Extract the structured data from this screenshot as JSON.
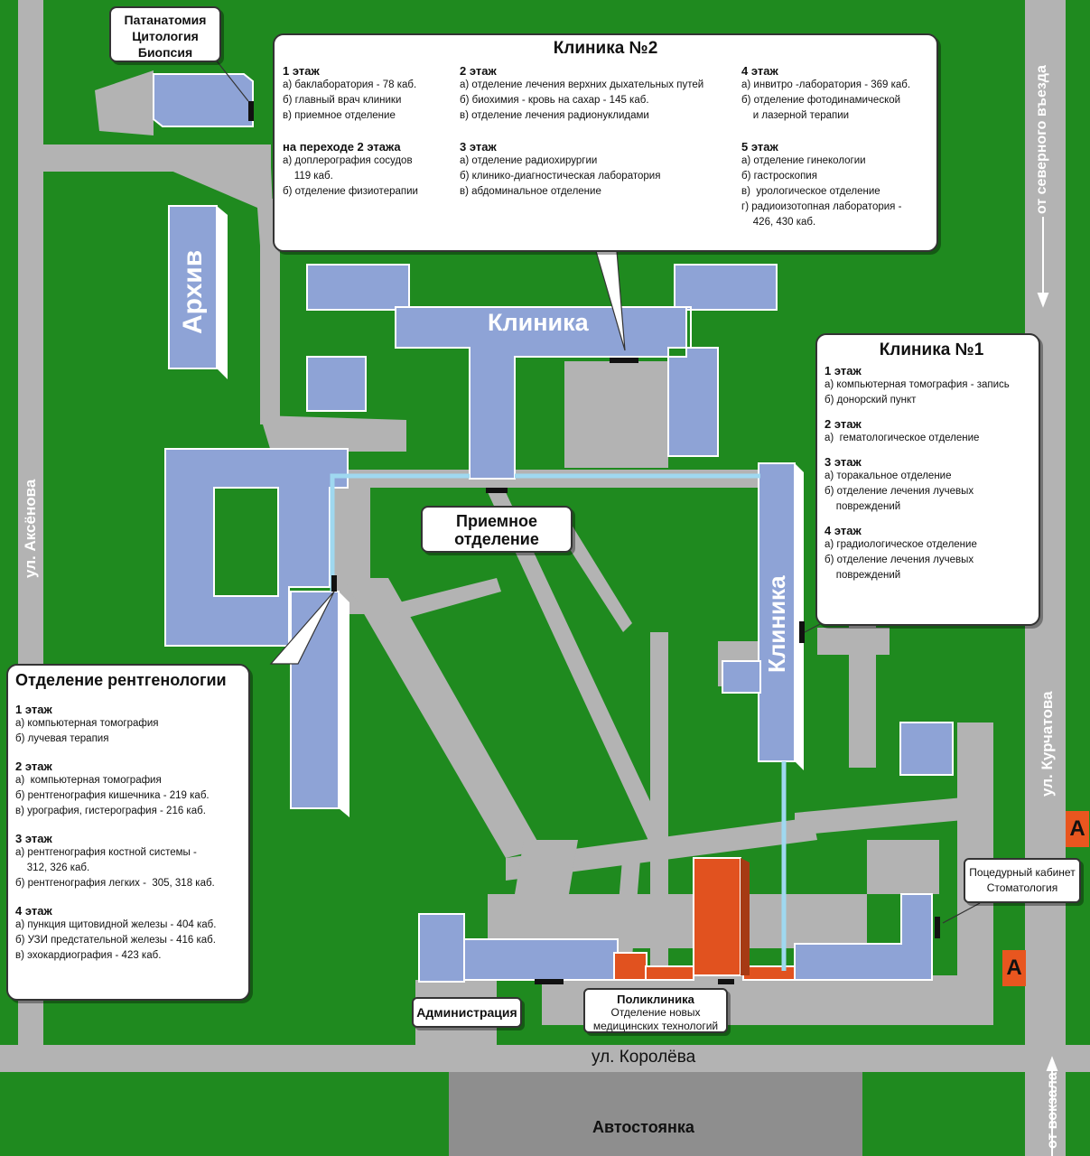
{
  "streets": {
    "aksenova": "ул. Аксёнова",
    "kurchatova": "ул. Курчатова",
    "koroleva": "ул. Королёва",
    "from_north": "от северного въезда",
    "from_station": "от вокзала"
  },
  "parking": "Автостоянка",
  "buildings": {
    "archive": "Архив",
    "clinic_top": "Клиника",
    "clinic_right": "Клиника"
  },
  "pathology": {
    "lines": [
      "Патанатомия",
      "Цитология",
      "Биопсия"
    ]
  },
  "reception": {
    "lines": [
      "Приемное",
      "отделение"
    ]
  },
  "administration": "Администрация",
  "polyclinic": {
    "title": "Поликлиника",
    "line2": "Отделение новых",
    "line3": "медицинских технологий"
  },
  "procedure": {
    "line1": "Поцедурный кабинет",
    "line2": "Стоматология"
  },
  "markers": [
    "A",
    "A"
  ],
  "clinic2": {
    "title": "Клиника №2",
    "col1": {
      "f1": "1 этаж",
      "f1_items": [
        "а) баклаборатория - 78 каб.",
        "б) главный врач клиники",
        "в) приемное отделение"
      ],
      "f2": "на переходе 2 этажа",
      "f2_items": [
        "а) доплерография сосудов",
        "    119 каб.",
        "б) отделение физиотерапии"
      ]
    },
    "col2": {
      "f1": "2 этаж",
      "f1_items": [
        "а) отделение лечения верхних дыхательных путей",
        "б) биохимия - кровь на сахар - 145 каб.",
        "в) отделение лечения радионуклидами"
      ],
      "f2": "3 этаж",
      "f2_items": [
        "а) отделение радиохирургии",
        "б) клинико-диагностическая лаборатория",
        "в) абдоминальное отделение"
      ]
    },
    "col3": {
      "f1": "4 этаж",
      "f1_items": [
        "а) инвитро -лаборатория - 369 каб.",
        "б) отделение фотодинамической",
        "    и лазерной терапии"
      ],
      "f2": "5 этаж",
      "f2_items": [
        "а) отделение гинекологии",
        "б) гастроскопия",
        "в)  урологическое отделение",
        "г) радиоизотопная лаборатория -",
        "    426, 430 каб."
      ]
    }
  },
  "clinic1": {
    "title": "Клиника №1",
    "floors": [
      {
        "name": "1 этаж",
        "items": [
          "а) компьютерная томография - запись",
          "б) донорский пункт"
        ]
      },
      {
        "name": "2 этаж",
        "items": [
          "а)  гематологическое отделение"
        ]
      },
      {
        "name": "3 этаж",
        "items": [
          "а) торакальное отделение",
          "б) отделение лечения лучевых",
          "    повреждений"
        ]
      },
      {
        "name": "4 этаж",
        "items": [
          "а) градиологическое отделение",
          "б) отделение лечения лучевых",
          "    повреждений"
        ]
      }
    ]
  },
  "radiology": {
    "title": "Отделение рентгенологии",
    "floors": [
      {
        "name": "1 этаж",
        "items": [
          "а) компьютерная томография",
          "б) лучевая терапия"
        ]
      },
      {
        "name": "2 этаж",
        "items": [
          "а)  компьютерная томография",
          "б) рентгенография кишечника - 219 каб.",
          "в) урография, гистерография - 216 каб."
        ]
      },
      {
        "name": "3 этаж",
        "items": [
          "а) рентгенография костной системы -",
          "    312, 326 каб.",
          "б) рентгенография легких -  305, 318 каб."
        ]
      },
      {
        "name": "4 этаж",
        "items": [
          "а) пункция щитовидной железы - 404 каб.",
          "б) УЗИ предстательной железы - 416 каб.",
          "в) эхокардиография - 423 каб."
        ]
      }
    ]
  },
  "colors": {
    "grass": "#1f8a1f",
    "road": "#b3b3b3",
    "building": "#8ea3d6",
    "building_side": "#ffffff",
    "polyclinic": "#e1521f",
    "passage": "#9fd8f0"
  }
}
